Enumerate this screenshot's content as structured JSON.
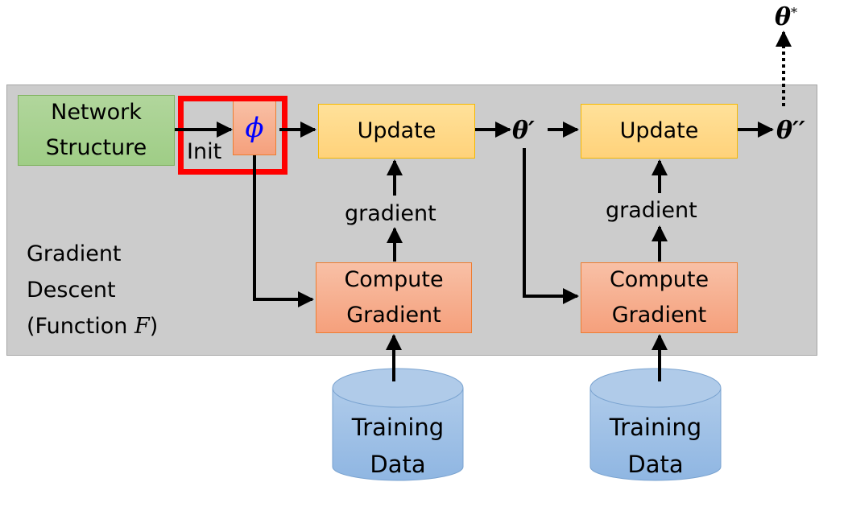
{
  "diagram": {
    "panel_label": [
      "Gradient",
      "Descent",
      "(Function ",
      "F",
      ")"
    ],
    "network_structure": [
      "Network",
      "Structure"
    ],
    "init_label": "Init",
    "phi": "ϕ",
    "update_1": "Update",
    "update_2": "Update",
    "gradient_1": "gradient",
    "gradient_2": "gradient",
    "compute_1": [
      "Compute",
      "Gradient"
    ],
    "compute_2": [
      "Compute",
      "Gradient"
    ],
    "theta_prime": "θ′",
    "theta_double_prime": "θ′′",
    "theta_star": "θ",
    "theta_star_sup": "*",
    "training_1": [
      "Training",
      "Data"
    ],
    "training_2": [
      "Training",
      "Data"
    ],
    "colors": {
      "panel": "#cccccc",
      "network": "#a9d18e",
      "update": "#ffd966",
      "compute": "#f4b183",
      "cylinder": "#9dc3e6",
      "highlight": "#ff0000",
      "phi_text": "#0000ff"
    }
  }
}
